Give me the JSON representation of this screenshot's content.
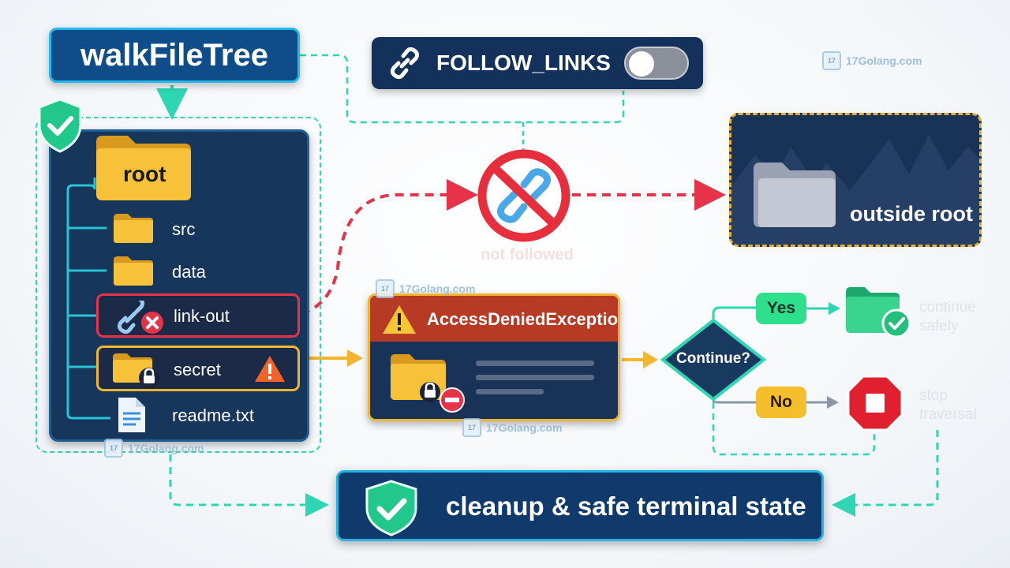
{
  "title": "walkFileTree",
  "follow_links": {
    "label": "FOLLOW_LINKS",
    "enabled": false
  },
  "tree": {
    "root": "root",
    "items": [
      {
        "label": "src",
        "icon": "folder-icon"
      },
      {
        "label": "data",
        "icon": "folder-icon"
      },
      {
        "label": "link-out",
        "icon": "broken-link-icon"
      },
      {
        "label": "secret",
        "icon": "locked-folder-icon"
      },
      {
        "label": "readme.txt",
        "icon": "file-icon"
      }
    ]
  },
  "blocked": {
    "caption": "not followed"
  },
  "outside": {
    "label": "outside root"
  },
  "exception": {
    "title": "AccessDeniedException"
  },
  "decision": {
    "question": "Continue?",
    "yes": "Yes",
    "no": "No",
    "yes_outcome": "continue safely",
    "no_outcome": "stop traversal"
  },
  "terminal": {
    "label": "cleanup & safe terminal state"
  },
  "watermark": "17Golang.com",
  "colors": {
    "navy": "#17365c",
    "teal": "#2ed6b3",
    "danger": "#e6334a",
    "warning": "#f3b52c",
    "success": "#2ee08b",
    "accent": "#23b3e5"
  }
}
